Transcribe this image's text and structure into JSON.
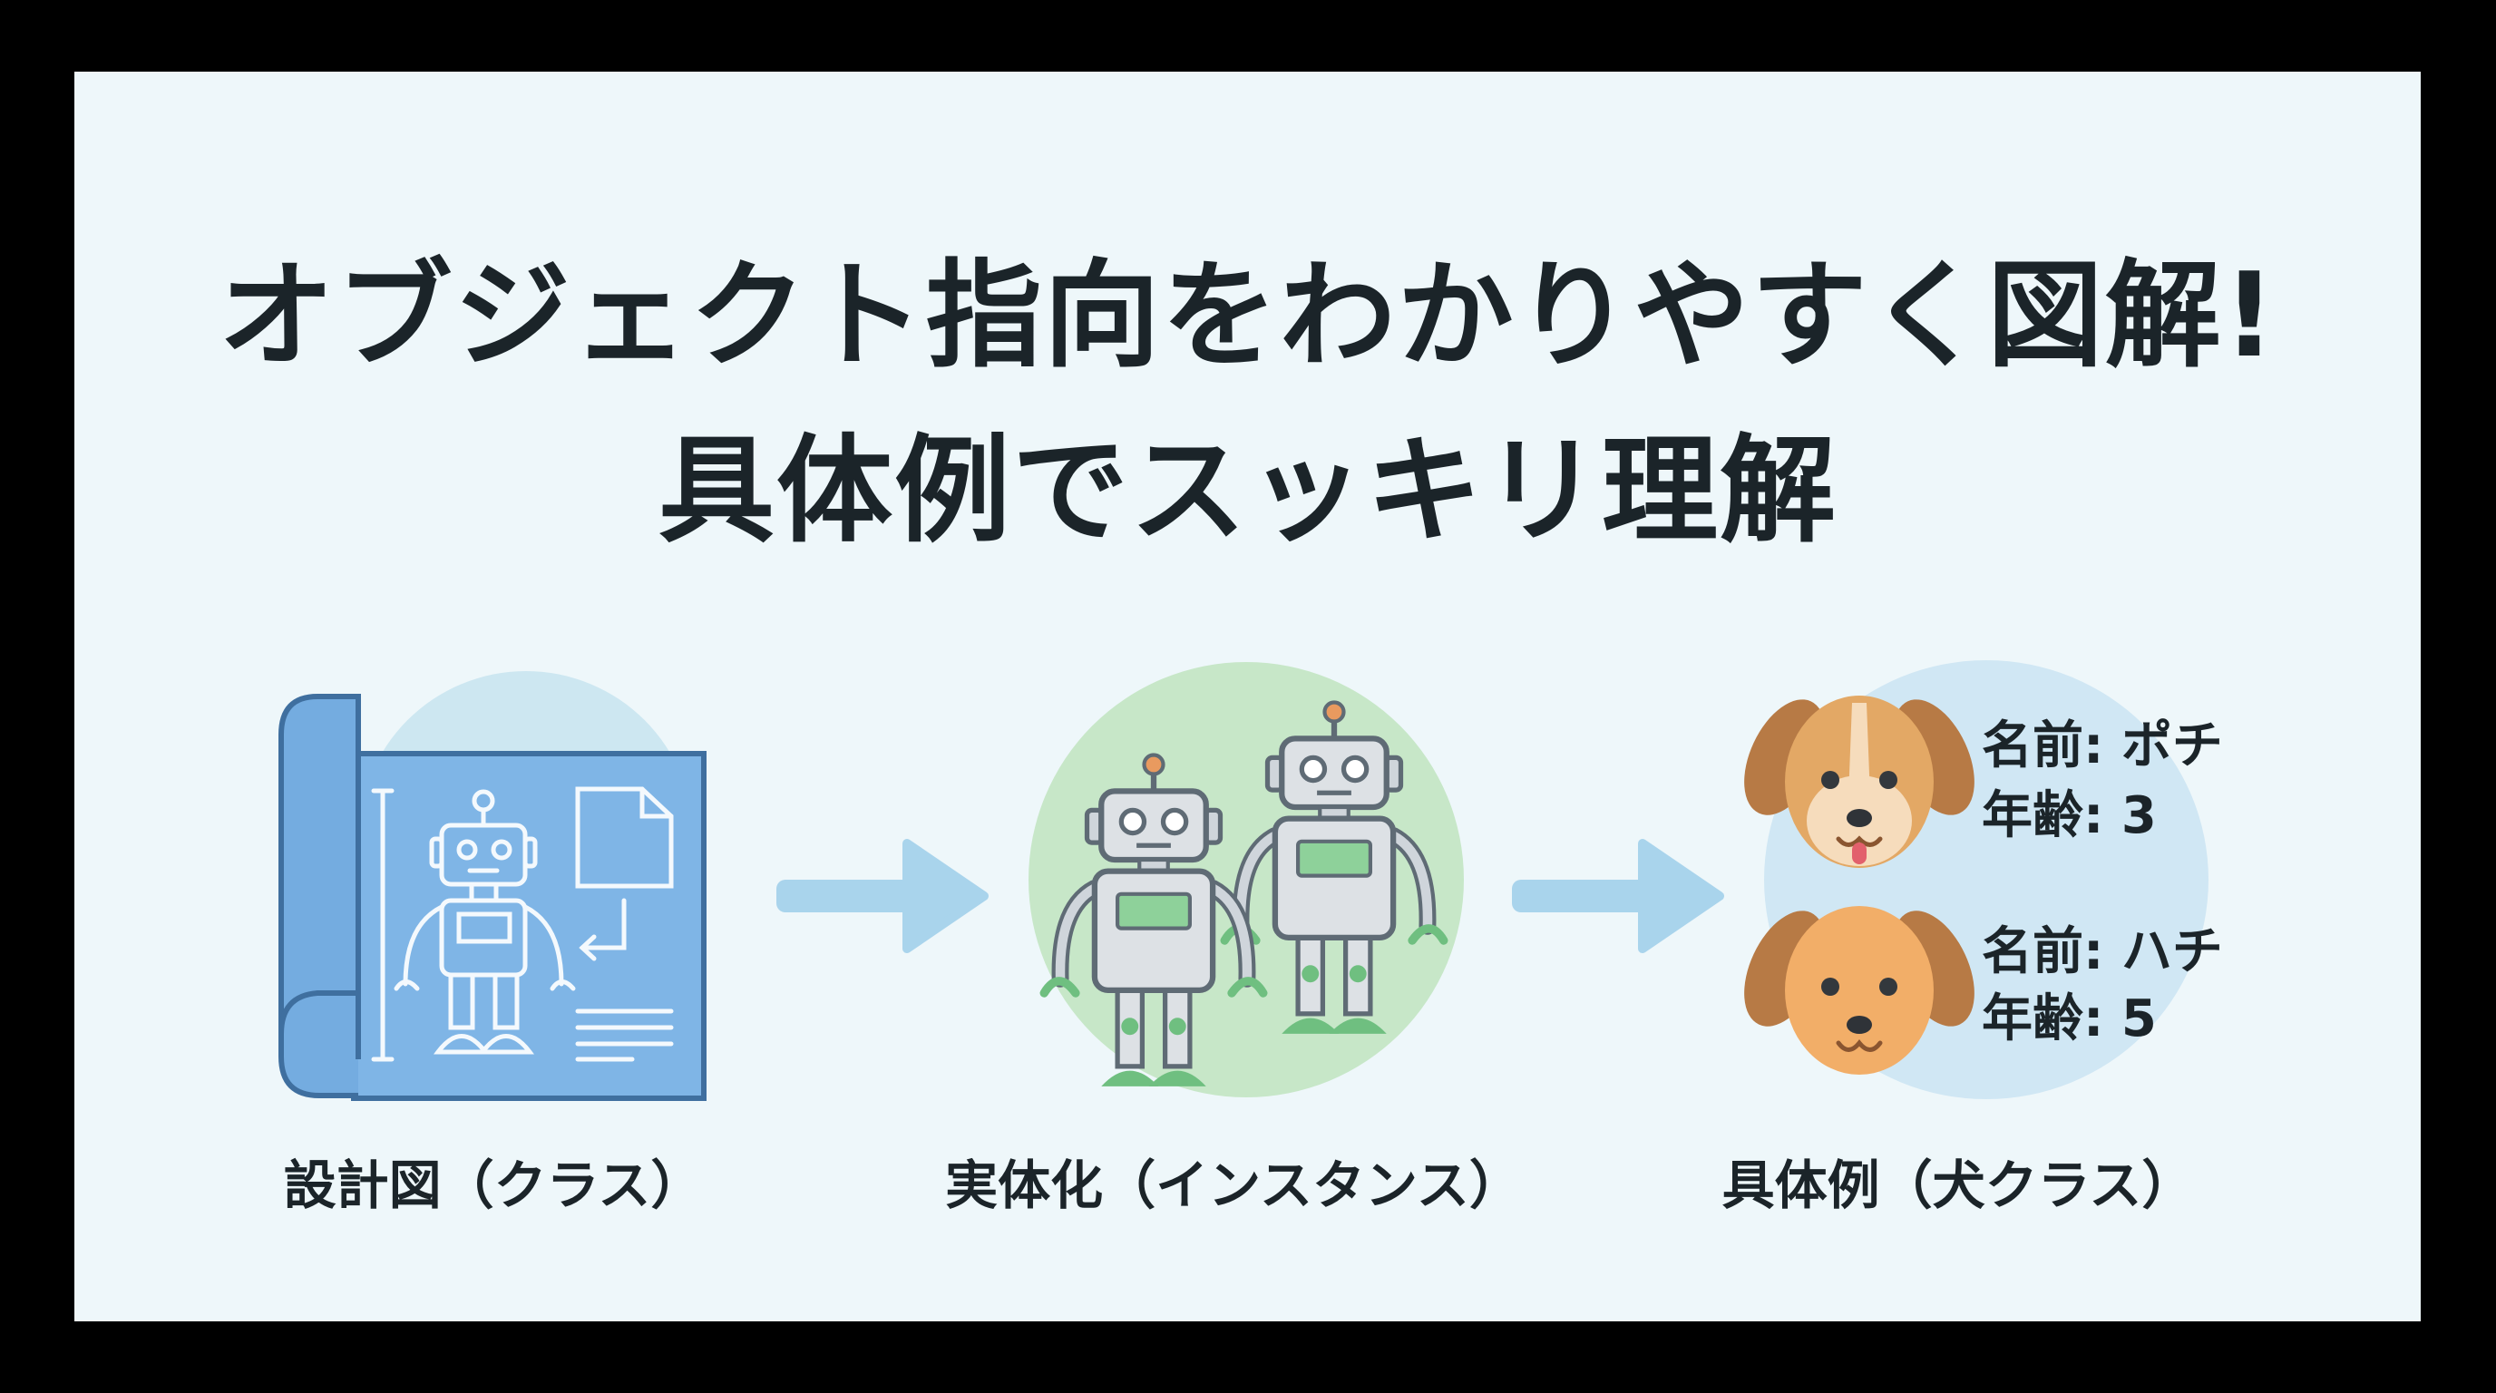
{
  "title": {
    "line1": "オブジェクト指向をわかりやすく図解!",
    "line2": "具体例でスッキリ理解"
  },
  "steps": [
    {
      "label": "設計図（クラス）",
      "icon": "blueprint-robot-icon"
    },
    {
      "label": "実体化（インスタンス）",
      "icon": "two-robots-icon"
    },
    {
      "label": "具体例（犬クラス）",
      "icon": "dogs-icon"
    }
  ],
  "dogs": [
    {
      "name": "名前: ポチ",
      "age": "年齢: 3"
    },
    {
      "name": "名前: ハチ",
      "age": "年齢: 5"
    }
  ],
  "colors": {
    "background": "#eef7fa",
    "blueprint": "#7fb5e6",
    "blueprint_border": "#3f6f9f",
    "arrow": "#a9d4ec",
    "instance_circle": "#c7e7c8",
    "dog_circle": "#d0e7f4"
  }
}
